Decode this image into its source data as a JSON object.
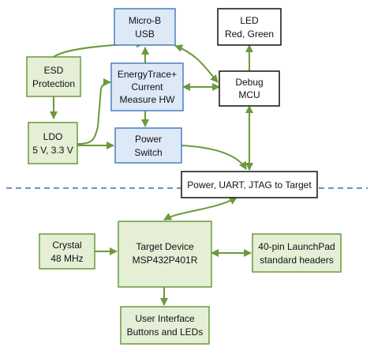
{
  "colors": {
    "blue_border": "#4a7fc0",
    "blue_fill": "#dde9f7",
    "green_border": "#6a9a3a",
    "green_fill": "#e4efd6",
    "black_border": "#111111",
    "white_fill": "#ffffff",
    "arrow": "#6a9a3a",
    "divider": "#3a6fb0"
  },
  "nodes": {
    "usb": {
      "line1": "Micro-B",
      "line2": "USB"
    },
    "led": {
      "line1": "LED",
      "line2": "Red, Green"
    },
    "esd": {
      "line1": "ESD",
      "line2": "Protection"
    },
    "energytrace": {
      "line1": "EnergyTrace+",
      "line2": "Current",
      "line3": "Measure HW"
    },
    "debug": {
      "line1": "Debug",
      "line2": "MCU"
    },
    "ldo": {
      "line1": "LDO",
      "line2": "5 V, 3.3 V"
    },
    "power_switch": {
      "line1": "Power",
      "line2": "Switch"
    },
    "target_bus": {
      "line1": "Power, UART, JTAG to Target"
    },
    "crystal": {
      "line1": "Crystal",
      "line2": "48 MHz"
    },
    "target_device": {
      "line1": "Target Device",
      "line2": "MSP432P401R"
    },
    "headers": {
      "line1": "40-pin LaunchPad",
      "line2": "standard headers"
    },
    "ui": {
      "line1": "User Interface",
      "line2": "Buttons and LEDs"
    }
  }
}
